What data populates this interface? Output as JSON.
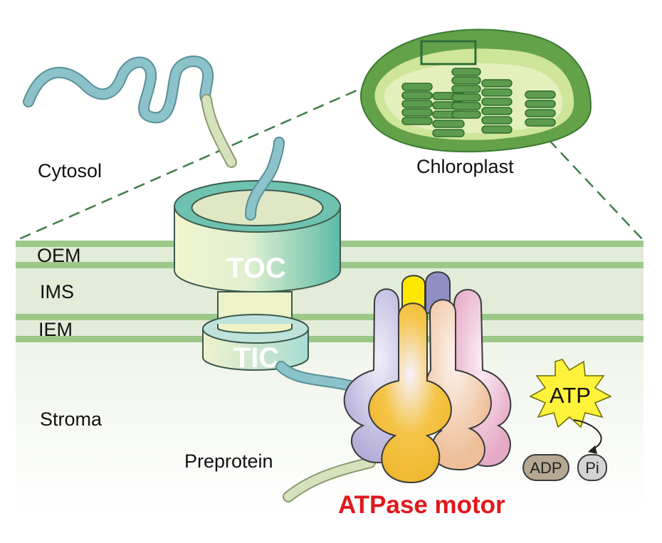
{
  "labels": {
    "cytosol": "Cytosol",
    "chloroplast": "Chloroplast",
    "oem": "OEM",
    "ims": "IMS",
    "iem": "IEM",
    "stroma": "Stroma",
    "preprotein": "Preprotein",
    "toc": "TOC",
    "tic": "TIC",
    "atp": "ATP",
    "adp": "ADP",
    "pi": "Pi",
    "motor": "ATPase motor"
  },
  "colors": {
    "membrane": "#9cc98a",
    "peptide": "#8cc3ca",
    "peptide_light": "#d5e2bc",
    "motor_label": "#e0181c",
    "toc_teal": "#6fc2b0",
    "toc_cream": "#eef2c8",
    "subunit_yellow": "#f5c548",
    "subunit_peach": "#eec29d",
    "subunit_lavender": "#b8b3da",
    "subunit_pink": "#eab2cc",
    "subunit_blue": "#8f8fc4",
    "subunit_bright_yellow": "#ffe800",
    "atp_burst": "#fff23a",
    "adp_fill": "#b4a892",
    "pi_fill": "#d4d4d4",
    "chloroplast_outer": "#64a24a",
    "chloroplast_inner": "#cfe59a",
    "thylakoid": "#4f8f45"
  }
}
